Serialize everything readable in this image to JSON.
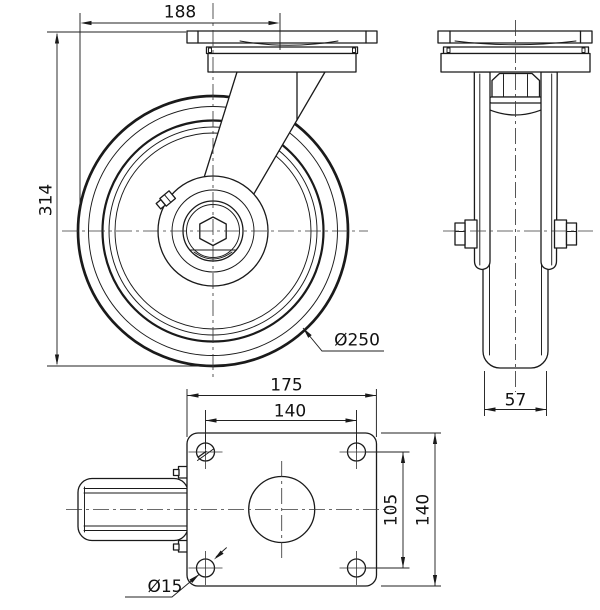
{
  "drawing": {
    "subject": "swivel-caster-three-view-technical-drawing",
    "background": "#ffffff",
    "line_color": "#1a1a1a",
    "labels": {
      "dim_188": "188",
      "dim_314": "314",
      "wheel_diameter": "Ø250",
      "wheel_width": "57",
      "plate_width": "175",
      "bolt_spacing_x": "140",
      "bolt_spacing_y": "105",
      "plate_depth": "140",
      "hole_diameter": "Ø15"
    }
  }
}
